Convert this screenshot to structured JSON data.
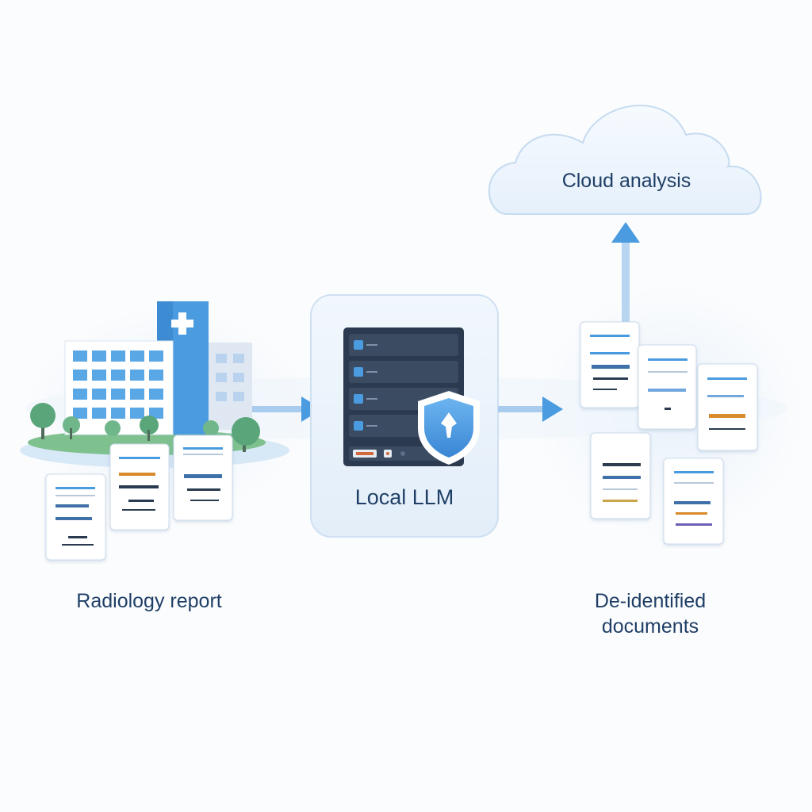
{
  "labels": {
    "cloud": "Cloud analysis",
    "local_llm": "Local LLM",
    "radiology": "Radiology report",
    "deidentified_line1": "De-identified",
    "deidentified_line2": "documents"
  },
  "colors": {
    "accent_blue": "#4a9be0",
    "dark_navy": "#2b3a4f",
    "label_text": "#1f3f66",
    "light_panel": "#eaf3fc",
    "tree_green": "#5aa57a",
    "redaction_orange": "#d98a2b"
  },
  "icons": [
    "hospital-icon",
    "server-rack-icon",
    "shield-icon",
    "cloud-icon",
    "document-icon",
    "arrow-right-icon",
    "arrow-up-icon"
  ]
}
